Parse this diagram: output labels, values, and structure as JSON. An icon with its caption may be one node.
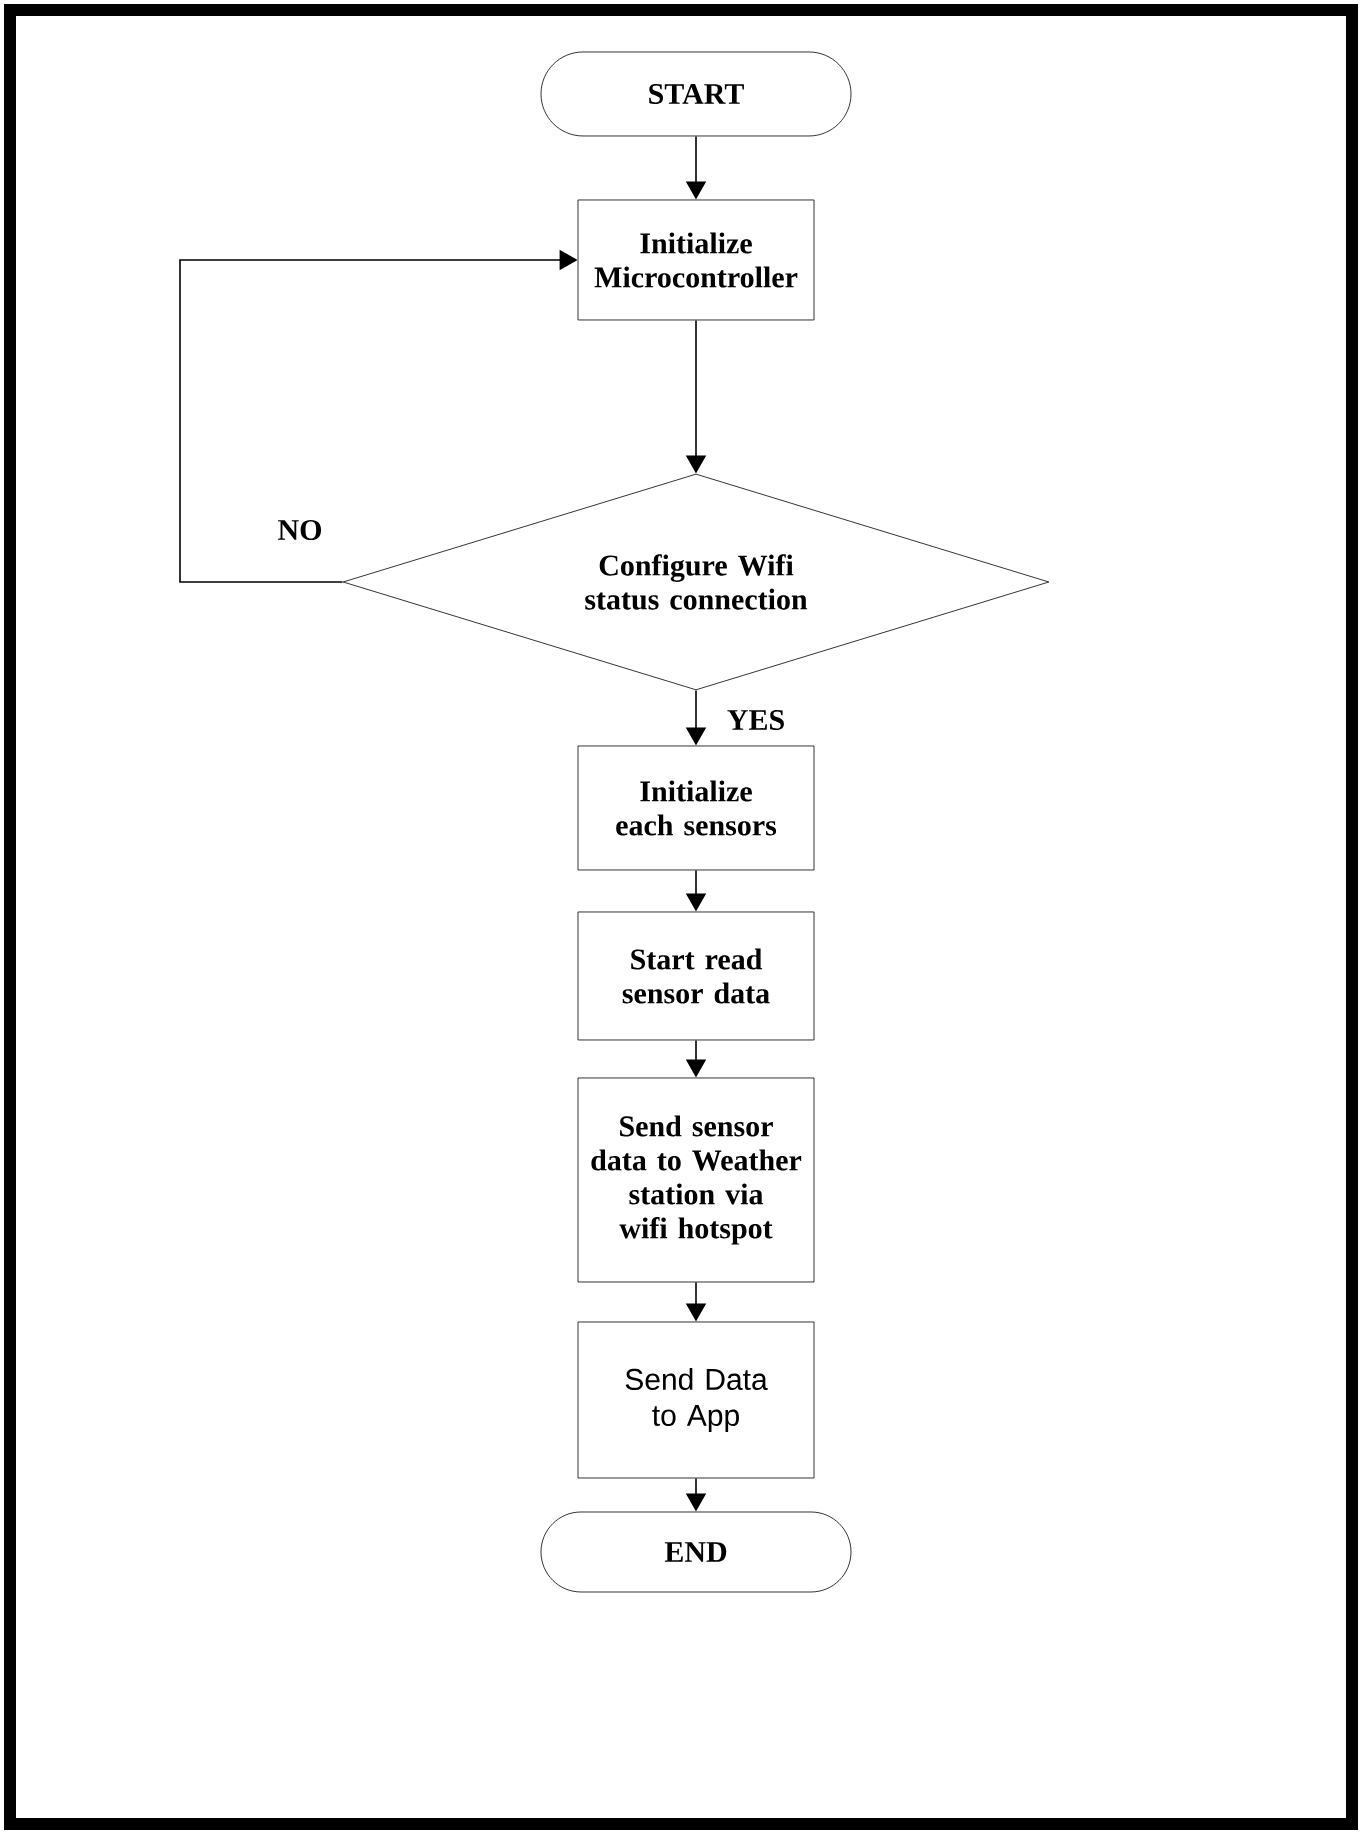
{
  "diagram": {
    "nodes": [
      {
        "text": [
          "START"
        ]
      },
      {
        "text": [
          "Initialize Microcontroller"
        ]
      },
      {
        "text": [
          "Configure Wifi status connection"
        ]
      },
      {
        "text": [
          "Initialize each sensors"
        ]
      },
      {
        "text": [
          "Start read sensor data"
        ]
      },
      {
        "text": [
          "Send sensor data to Weather station via wifi hotspot"
        ]
      },
      {
        "text": [
          "Send Data to App"
        ]
      },
      {
        "text": [
          "END"
        ]
      }
    ],
    "edges": [
      {
        "from": 0,
        "to": 1,
        "arrow": "to"
      },
      {
        "from": 1,
        "to": 2,
        "arrow": "to"
      },
      {
        "from": 2,
        "to": 1,
        "arrow": "to",
        "label": "NO"
      },
      {
        "from": 2,
        "to": 3,
        "arrow": "to",
        "label": "YES"
      },
      {
        "from": 3,
        "to": 4,
        "arrow": "to"
      },
      {
        "from": 4,
        "to": 5,
        "arrow": "to"
      },
      {
        "from": 5,
        "to": 6,
        "arrow": "to"
      },
      {
        "from": 6,
        "to": 7,
        "arrow": "to"
      }
    ]
  }
}
